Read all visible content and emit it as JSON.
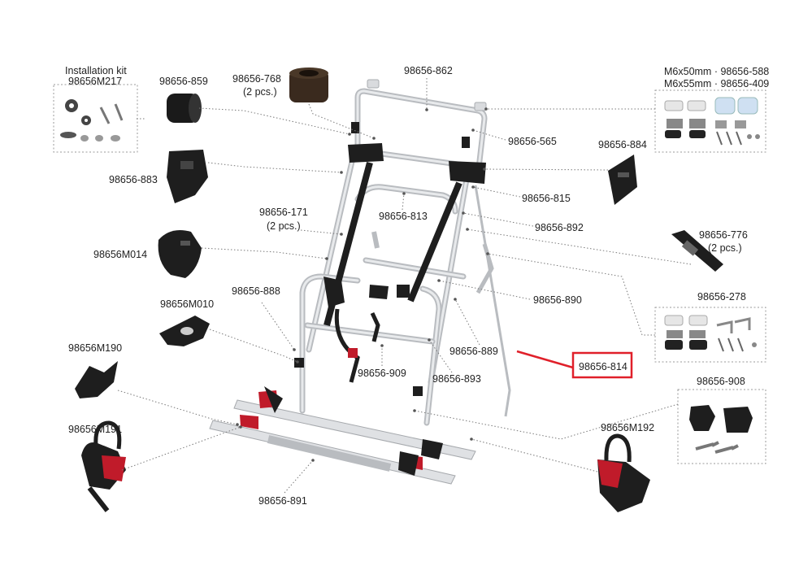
{
  "labels": {
    "installation_kit": "Installation kit",
    "kit_code": "98656M217",
    "p859": "98656-859",
    "p768": "98656-768",
    "p768_qty": "(2 pcs.)",
    "p862": "98656-862",
    "bolts_1": "M6x50mm · 98656-588",
    "bolts_2": "M6x55mm · 98656-409",
    "p565": "98656-565",
    "p884": "98656-884",
    "p883": "98656-883",
    "p815": "98656-815",
    "p171": "98656-171",
    "p171_qty": "(2 pcs.)",
    "p813": "98656-813",
    "p892": "98656-892",
    "p776": "98656-776",
    "p776_qty": "(2 pcs.)",
    "pM014": "98656M014",
    "p278": "98656-278",
    "p888": "98656-888",
    "p890": "98656-890",
    "pM010": "98656M010",
    "pM190": "98656M190",
    "p889": "98656-889",
    "p814": "98656-814",
    "p909": "98656-909",
    "p893": "98656-893",
    "p908": "98656-908",
    "pM191": "98656M191",
    "pM192": "98656M192",
    "p891": "98656-891"
  },
  "colors": {
    "highlight": "#e0202a",
    "leader": "#7a7a7a",
    "frame": "#b9bcc0",
    "strap": "#1e1e1e",
    "accent_red": "#c01b2a"
  },
  "icons": {
    "kit": "gears-screws-icon",
    "bolts": "bolt-kit-icon"
  }
}
